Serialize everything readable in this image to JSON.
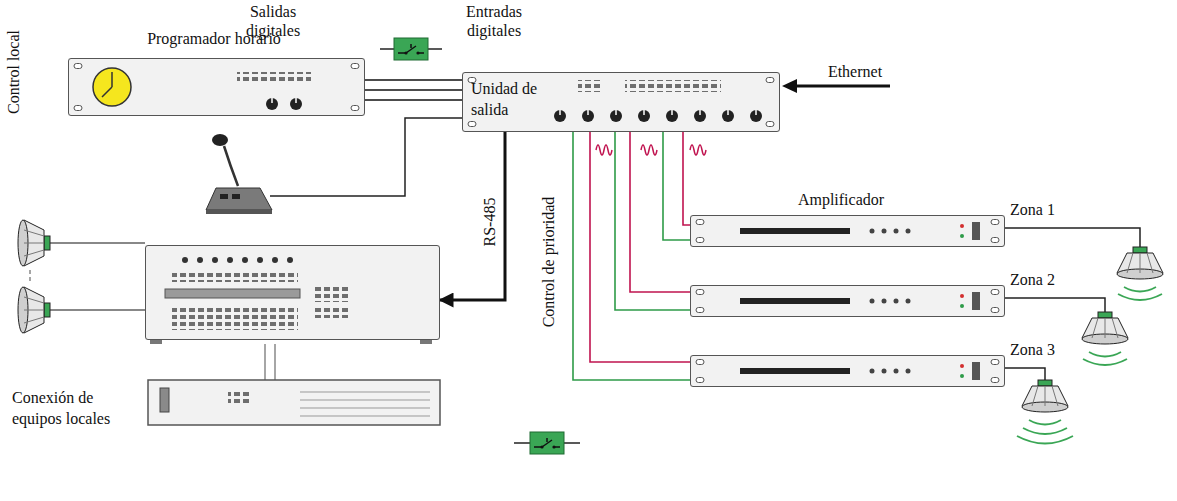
{
  "diagram": {
    "nodes": [
      {
        "text": [
          "Programador horario"
        ]
      },
      {
        "text": [
          "Unidad de salida"
        ]
      },
      {
        "text": [
          "Conexión de equipos locales"
        ]
      },
      {
        "text": [
          "Amplificador",
          "Zona 1"
        ]
      },
      {
        "text": [
          "Zona 2"
        ]
      },
      {
        "text": [
          "Zona 3"
        ]
      }
    ],
    "edges": [
      {
        "from": 0,
        "to": 1,
        "arrow": "none"
      },
      {
        "from": 0,
        "to": 1,
        "arrow": "none"
      },
      {
        "from": 0,
        "to": 1,
        "arrow": "none"
      },
      {
        "from": 1,
        "to": 2,
        "label": "RS-485",
        "arrow": "to"
      },
      {
        "from": 1,
        "to": 3,
        "arrow": "none"
      },
      {
        "from": 1,
        "to": 3,
        "arrow": "none"
      },
      {
        "from": 1,
        "to": 4,
        "arrow": "none"
      },
      {
        "from": 1,
        "to": 4,
        "arrow": "none"
      },
      {
        "from": 1,
        "to": 5,
        "arrow": "none"
      },
      {
        "from": 1,
        "to": 5,
        "arrow": "none"
      }
    ],
    "labels": [
      "Control local",
      "Salidas digitales",
      "Entradas digitales",
      "Ethernet",
      "Control de prioridad"
    ]
  }
}
